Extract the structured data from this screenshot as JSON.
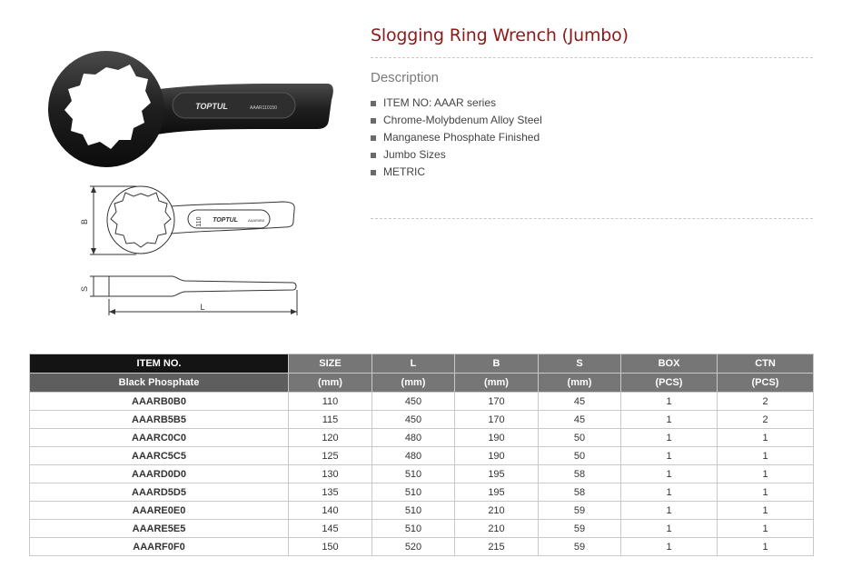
{
  "product": {
    "title": "Slogging Ring Wrench (Jumbo)",
    "description_heading": "Description",
    "features": [
      "ITEM NO: AAAR series",
      "Chrome-Molybdenum Alloy Steel",
      "Manganese Phosphate Finished",
      "Jumbo Sizes",
      "METRIC"
    ]
  },
  "images": {
    "photo_brand": "TOPTUL",
    "photo_code": "AAAR110150",
    "drawing_brand": "TOPTUL",
    "drawing_code": "AAAR0B0",
    "drawing_size": "110",
    "dim_b": "B",
    "dim_s": "S",
    "dim_l": "L"
  },
  "table": {
    "headers": [
      {
        "top": "ITEM NO.",
        "bottom": "Black Phosphate"
      },
      {
        "top": "SIZE",
        "bottom": "(mm)"
      },
      {
        "top": "L",
        "bottom": "(mm)"
      },
      {
        "top": "B",
        "bottom": "(mm)"
      },
      {
        "top": "S",
        "bottom": "(mm)"
      },
      {
        "top": "BOX",
        "bottom": "(PCS)"
      },
      {
        "top": "CTN",
        "bottom": "(PCS)"
      }
    ],
    "rows": [
      [
        "AAARB0B0",
        "110",
        "450",
        "170",
        "45",
        "1",
        "2"
      ],
      [
        "AAARB5B5",
        "115",
        "450",
        "170",
        "45",
        "1",
        "2"
      ],
      [
        "AAARC0C0",
        "120",
        "480",
        "190",
        "50",
        "1",
        "1"
      ],
      [
        "AAARC5C5",
        "125",
        "480",
        "190",
        "50",
        "1",
        "1"
      ],
      [
        "AAARD0D0",
        "130",
        "510",
        "195",
        "58",
        "1",
        "1"
      ],
      [
        "AAARD5D5",
        "135",
        "510",
        "195",
        "58",
        "1",
        "1"
      ],
      [
        "AAARE0E0",
        "140",
        "510",
        "210",
        "59",
        "1",
        "1"
      ],
      [
        "AAARE5E5",
        "145",
        "510",
        "210",
        "59",
        "1",
        "1"
      ],
      [
        "AAARF0F0",
        "150",
        "520",
        "215",
        "59",
        "1",
        "1"
      ]
    ]
  }
}
